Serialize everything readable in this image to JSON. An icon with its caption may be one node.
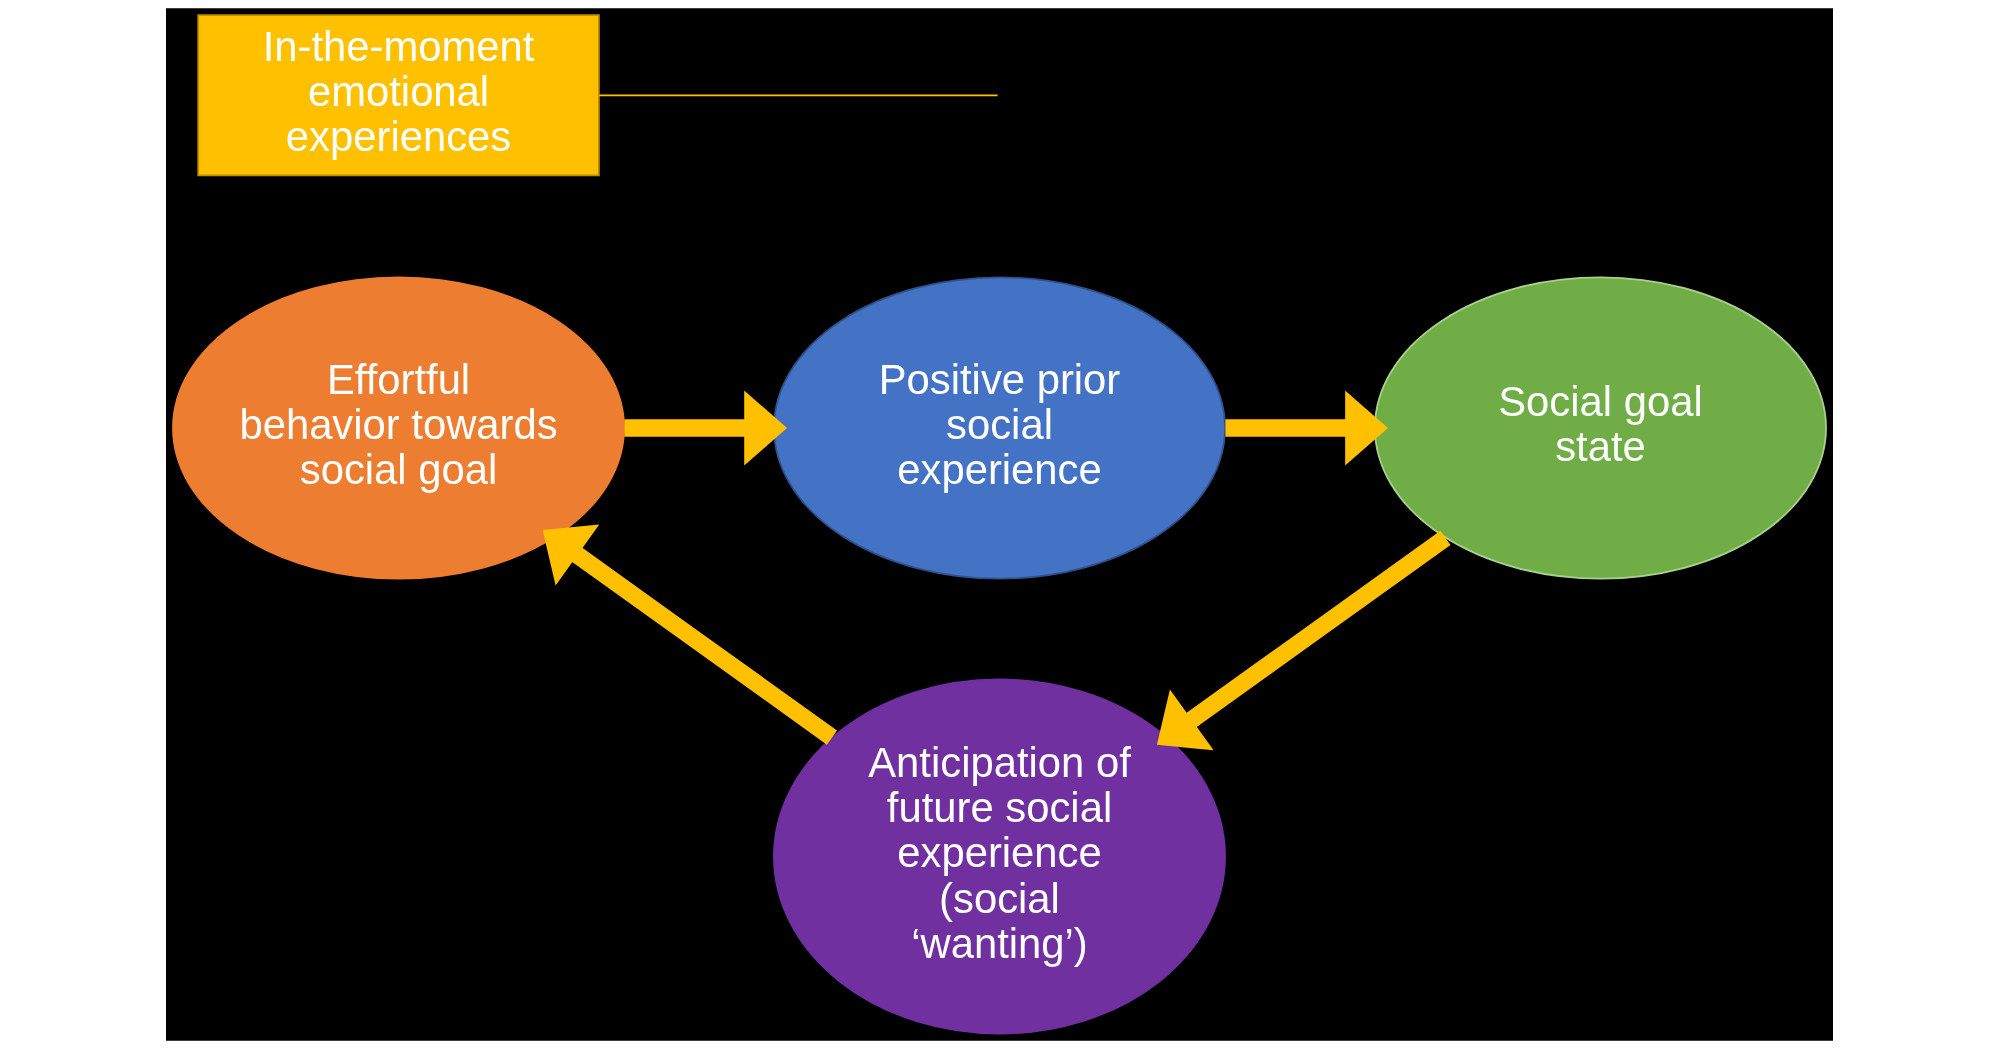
{
  "diagram": {
    "nodes": [
      {
        "text": [
          "In-the-moment emotional experiences"
        ]
      },
      {
        "text": [
          "Positive prior social experience"
        ]
      },
      {
        "text": [
          "Social goal state"
        ]
      },
      {
        "text": [
          "Anticipation of future social experience (social ‘wanting’)"
        ]
      },
      {
        "text": [
          "Effortful behavior towards social goal"
        ]
      }
    ],
    "edges": [
      {
        "from": 4,
        "to": 1,
        "arrow": "to"
      },
      {
        "from": 1,
        "to": 2,
        "arrow": "to"
      },
      {
        "from": 2,
        "to": 3,
        "arrow": "to"
      },
      {
        "from": 3,
        "to": 4,
        "arrow": "to"
      },
      {
        "from": 0,
        "to": null,
        "arrow": "none"
      }
    ]
  }
}
